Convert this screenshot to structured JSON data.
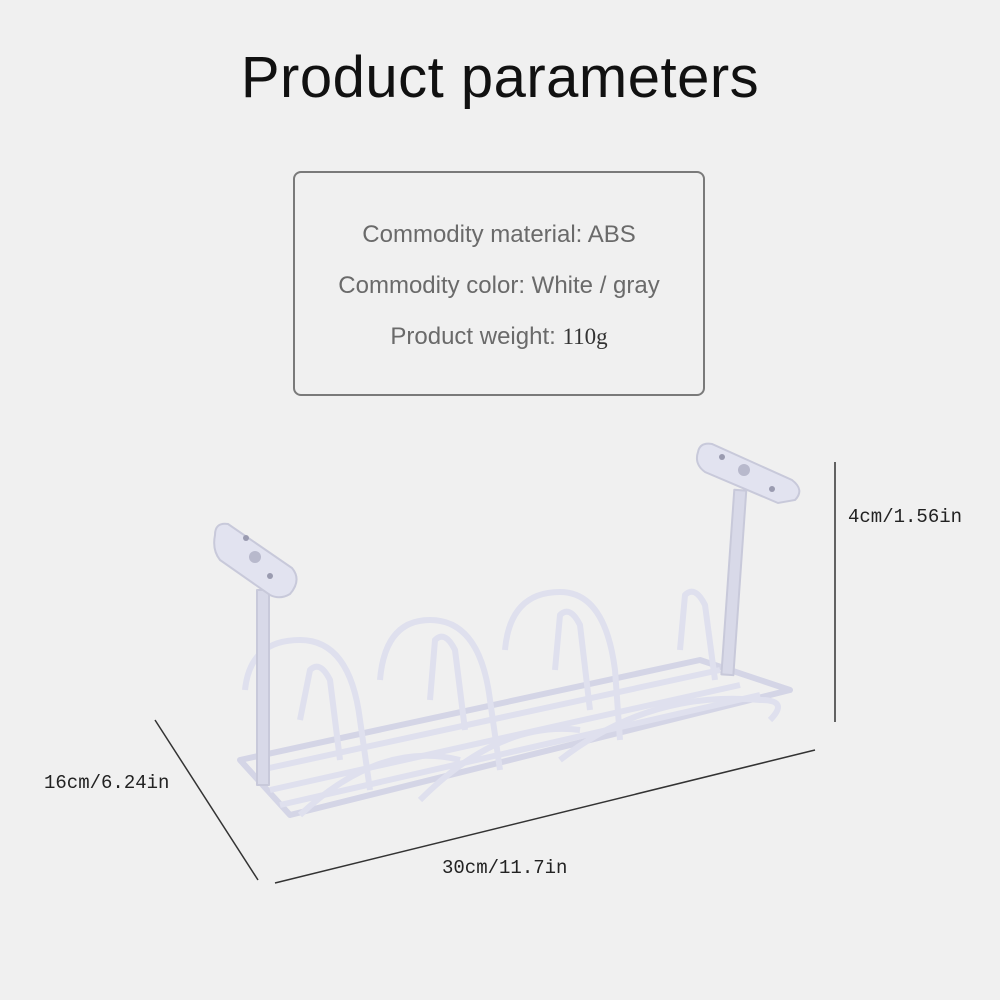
{
  "title": "Product parameters",
  "params": {
    "material_label": "Commodity material:",
    "material_value": "ABS",
    "color_label": "Commodity color:",
    "color_value": "White / gray",
    "weight_label": "Product weight:",
    "weight_value": "110g"
  },
  "dimensions": {
    "height": "4cm/1.56in",
    "depth": "16cm/6.24in",
    "width": "30cm/11.7in"
  }
}
